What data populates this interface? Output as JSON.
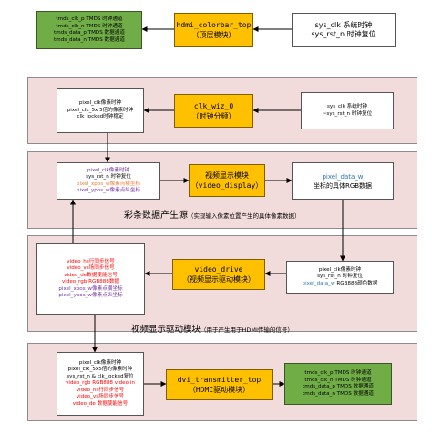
{
  "top": {
    "out_lines": [
      "tmds_clk_p TMDS 时钟通道",
      "tmds_clk_n TMDS 时钟通道",
      "tmds_data_p TMDS 数据通道",
      "tmds_data_n TMDS 数据通道"
    ],
    "module": [
      "hdmi_colorbar_top",
      "（顶层模块）"
    ],
    "in_lines": [
      "sys_clk 系统时钟",
      "sys_rst_n 时钟复位"
    ]
  },
  "clk": {
    "out_lines": [
      "pixel_clk像素时钟",
      "pixel_clk_5x 5倍的像素时钟",
      "clk_locked时钟稳定"
    ],
    "module": [
      "clk_wiz_0",
      "（时钟分频）"
    ],
    "in_lines": [
      "sys_clk 系统时钟",
      "~sys_rst_n 时钟复位"
    ]
  },
  "display": {
    "in_lines": [
      {
        "text": "pixel_clk像素时钟",
        "color": "#7030a0"
      },
      {
        "text": "sys_rst_n 时钟复位",
        "color": "#000000"
      },
      {
        "text": "pixel_xpos_w像素点横坐标",
        "color": "#ed7d31"
      },
      {
        "text": "pixel_ypos_w像素点纵坐标",
        "color": "#7030a0"
      }
    ],
    "module": [
      "视频显示模块",
      "（video_display）"
    ],
    "out_lines": [
      {
        "text": "pixel_data_w",
        "color": "#2e75b6"
      },
      {
        "text": "坐标的具体RGB数据",
        "color": "#000000"
      }
    ],
    "caption": "彩条数据产生源",
    "caption_note": "（实现输入像素位置产生的具体像素数据）"
  },
  "drive": {
    "out_lines": [
      {
        "text": "video_hs行同步信号",
        "color": "#ff0000"
      },
      {
        "text": "video_vs场同步信号",
        "color": "#ff0000"
      },
      {
        "text": "video_de数据使能信号",
        "color": "#ff0000"
      },
      {
        "text": "video_rgb RGB888数据",
        "color": "#ff0000"
      },
      {
        "text": "pixel_xpos_w像素点横坐标",
        "color": "#7030a0"
      },
      {
        "text": "pixel_ypos_w像素点纵坐标",
        "color": "#7030a0"
      }
    ],
    "module": [
      "video_drive",
      "（视频显示驱动模块）"
    ],
    "in_lines": [
      {
        "text": "pixel_clk像素时钟",
        "color": "#000000"
      },
      {
        "text": "sys_rst_n 时钟复位",
        "color": "#000000"
      },
      {
        "text": "pixel_data_w RGB888颜色数据",
        "color": "#000000",
        "prefix": "pixel_data_w",
        "prefix_color": "#2e75b6",
        "rest": " RGB888颜色数据"
      }
    ],
    "caption": "视频显示驱动模块",
    "caption_note": "（用于产生用于HDMI传输的信号）"
  },
  "dvi": {
    "in_lines": [
      {
        "text": "pixel_clk像素时钟",
        "color": "#000000"
      },
      {
        "text": "pixel_clk_5x5倍的像素时钟",
        "color": "#000000"
      },
      {
        "text": "sys_rst_n & clk_locked复位",
        "color": "#000000"
      },
      {
        "text": "video_rgb RGB888 video in",
        "color": "#ff0000"
      },
      {
        "text": "video_hs行同步信号",
        "color": "#ff0000"
      },
      {
        "text": "video_vs场同步信号",
        "color": "#ff0000"
      },
      {
        "text": "video_de 数据使能信号",
        "color": "#ff0000"
      }
    ],
    "module": [
      "dvi_transmitter_top",
      "（HDMI驱动模块）"
    ],
    "out_lines": [
      "tmds_clk_p TMDS 时钟通道",
      "tmds_clk_n TMDS 时钟通道",
      "tmds_data_p TMDS 数据通道",
      "tmds_data_n TMDS 数据通道"
    ]
  }
}
